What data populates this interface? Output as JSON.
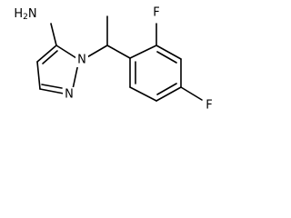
{
  "structure": {
    "atoms": {
      "nh2": "H2N",
      "n1": "N",
      "n2": "N",
      "f_ortho": "F",
      "f_para": "F"
    }
  },
  "colors": {
    "bond": "#000000",
    "label": "#000000",
    "background": "#ffffff"
  }
}
